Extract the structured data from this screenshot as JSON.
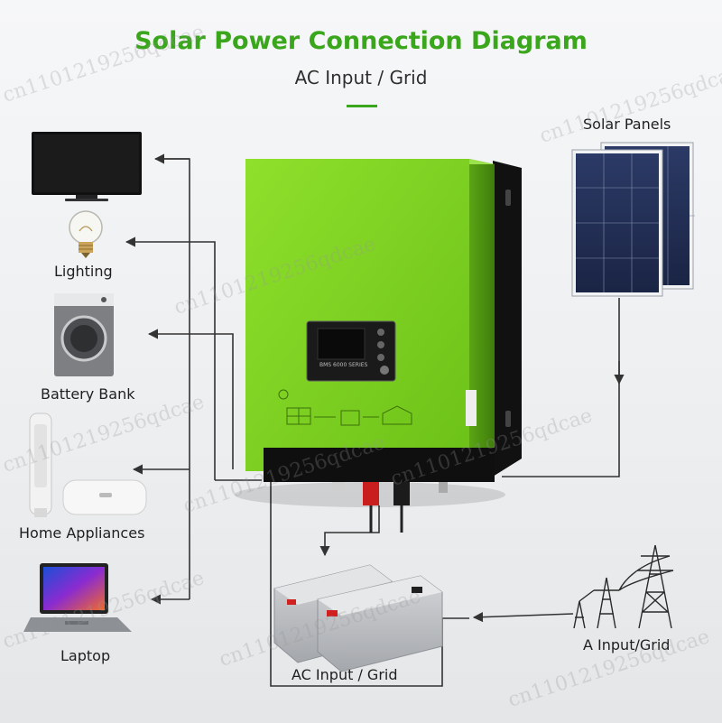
{
  "header": {
    "title": "Solar Power Connection Diagram",
    "subtitle": "AC Input / Grid"
  },
  "devices": {
    "tv": "",
    "lighting": "Lighting",
    "washer": "Battery Bank",
    "home_appliances": "Home Appliances",
    "laptop": "Laptop"
  },
  "sources": {
    "solar_panels": "Solar Panels",
    "grid_tower": "A Input/Grid",
    "battery": "AC Input / Grid"
  },
  "inverter": {
    "panel_label": "BMS 6000 SERIES"
  },
  "watermark": "cn1101219256qdcae",
  "colors": {
    "brand_green": "#3aa61c",
    "inverter_green": "#7ed321",
    "wire": "#333333"
  }
}
